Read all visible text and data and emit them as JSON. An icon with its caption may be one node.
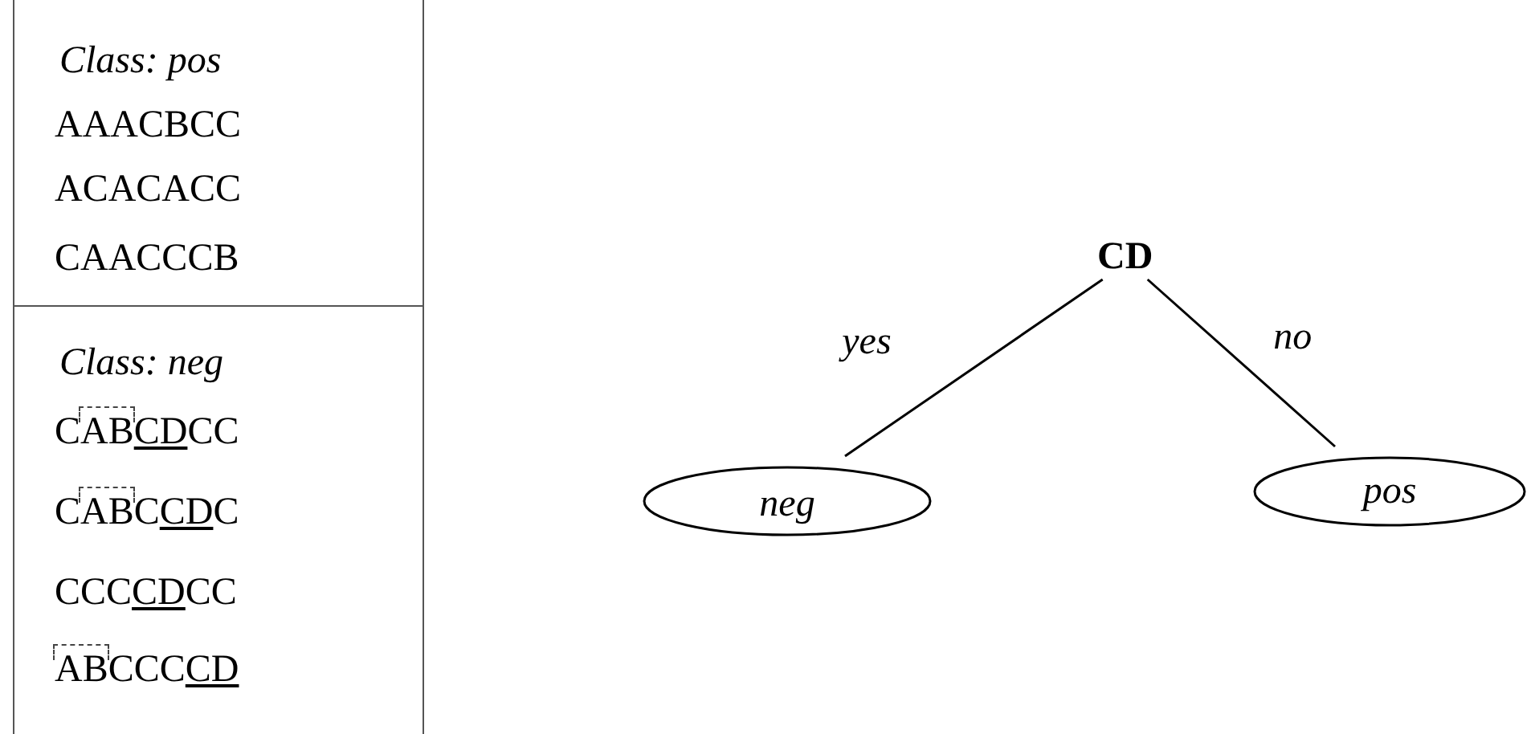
{
  "diagram": {
    "nodes": [
      {
        "text": [
          "Class: pos",
          "AAACBCC",
          "ACACACC",
          "CAACCCB"
        ]
      },
      {
        "text": [
          "Class: neg",
          "CABCDCC",
          "CABCCDC",
          "CCCCDCC",
          "ABCCCCD"
        ]
      },
      {
        "text": [
          "CD"
        ]
      },
      {
        "text": [
          "neg"
        ]
      },
      {
        "text": [
          "pos"
        ]
      }
    ],
    "edges": [
      {
        "from": 2,
        "to": 3,
        "arrow": "none",
        "label": "yes"
      },
      {
        "from": 2,
        "to": 4,
        "arrow": "none",
        "label": "no"
      }
    ]
  }
}
